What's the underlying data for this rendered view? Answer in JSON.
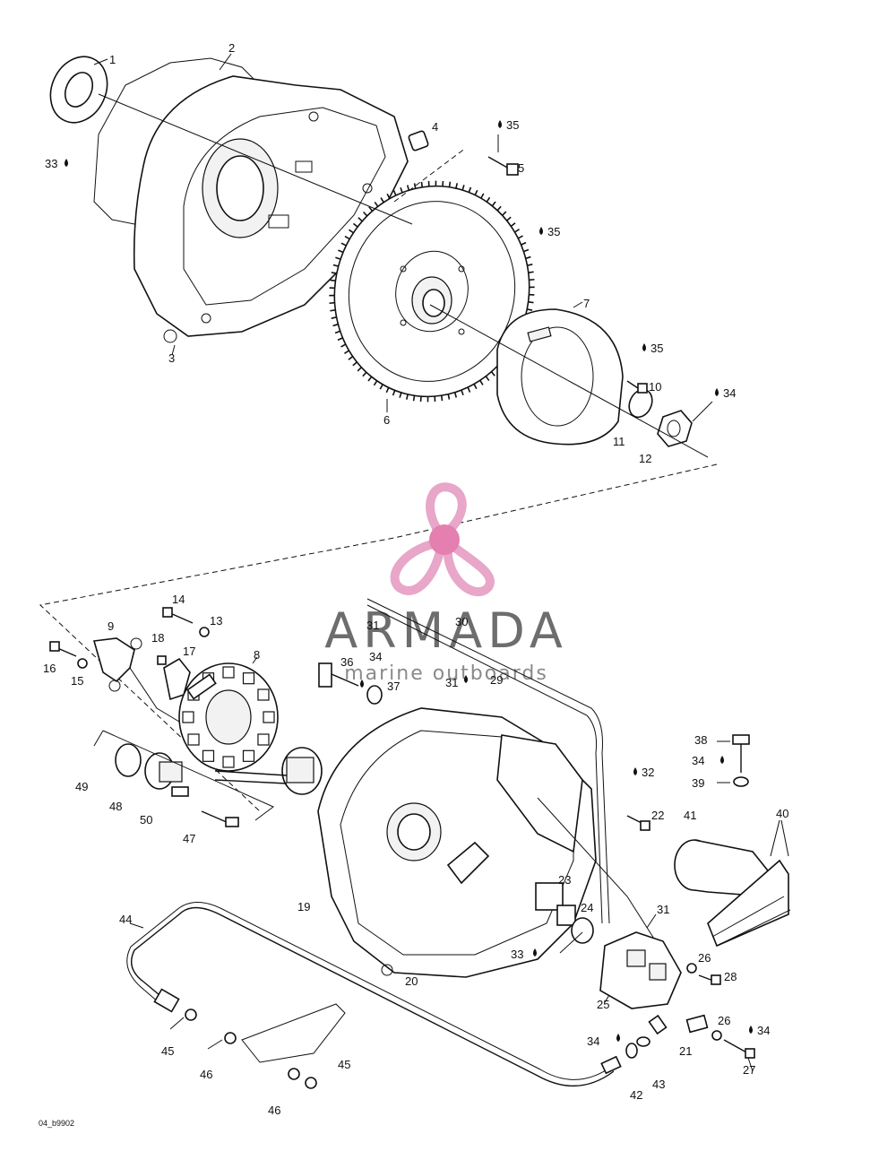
{
  "watermark": {
    "brand": "ARMADA",
    "tagline": "marine outboards",
    "propeller_color": "#e8a6c8",
    "hub_color": "#e47fb0",
    "text_color": "#6d6d6d"
  },
  "drawing_code": "04_b9902",
  "callouts": [
    {
      "id": "c1",
      "text": "1"
    },
    {
      "id": "c2",
      "text": "2"
    },
    {
      "id": "c3",
      "text": "3"
    },
    {
      "id": "c4",
      "text": "4"
    },
    {
      "id": "c5",
      "text": "5"
    },
    {
      "id": "c6",
      "text": "6"
    },
    {
      "id": "c7",
      "text": "7"
    },
    {
      "id": "c8",
      "text": "8"
    },
    {
      "id": "c9",
      "text": "9"
    },
    {
      "id": "c10",
      "text": "10"
    },
    {
      "id": "c11",
      "text": "11"
    },
    {
      "id": "c12",
      "text": "12"
    },
    {
      "id": "c13",
      "text": "13"
    },
    {
      "id": "c14",
      "text": "14"
    },
    {
      "id": "c15",
      "text": "15"
    },
    {
      "id": "c16",
      "text": "16"
    },
    {
      "id": "c17",
      "text": "17"
    },
    {
      "id": "c18",
      "text": "18"
    },
    {
      "id": "c19",
      "text": "19"
    },
    {
      "id": "c20",
      "text": "20"
    },
    {
      "id": "c21",
      "text": "21"
    },
    {
      "id": "c22",
      "text": "22"
    },
    {
      "id": "c23",
      "text": "23"
    },
    {
      "id": "c24",
      "text": "24"
    },
    {
      "id": "c25",
      "text": "25"
    },
    {
      "id": "c26a",
      "text": "26"
    },
    {
      "id": "c26b",
      "text": "26"
    },
    {
      "id": "c27",
      "text": "27"
    },
    {
      "id": "c28",
      "text": "28"
    },
    {
      "id": "c29",
      "text": "29"
    },
    {
      "id": "c30",
      "text": "30"
    },
    {
      "id": "c31a",
      "text": "31"
    },
    {
      "id": "c31b",
      "text": "31"
    },
    {
      "id": "c31c",
      "text": "31"
    },
    {
      "id": "c32",
      "text": "32"
    },
    {
      "id": "c33a",
      "text": "33"
    },
    {
      "id": "c33b",
      "text": "33"
    },
    {
      "id": "c34a",
      "text": "34"
    },
    {
      "id": "c34b",
      "text": "34"
    },
    {
      "id": "c34c",
      "text": "34"
    },
    {
      "id": "c34d",
      "text": "34"
    },
    {
      "id": "c34e",
      "text": "34"
    },
    {
      "id": "c35a",
      "text": "35"
    },
    {
      "id": "c35b",
      "text": "35"
    },
    {
      "id": "c35c",
      "text": "35"
    },
    {
      "id": "c36",
      "text": "36"
    },
    {
      "id": "c37",
      "text": "37"
    },
    {
      "id": "c38",
      "text": "38"
    },
    {
      "id": "c39",
      "text": "39"
    },
    {
      "id": "c40",
      "text": "40"
    },
    {
      "id": "c41",
      "text": "41"
    },
    {
      "id": "c42",
      "text": "42"
    },
    {
      "id": "c43",
      "text": "43"
    },
    {
      "id": "c44",
      "text": "44"
    },
    {
      "id": "c45a",
      "text": "45"
    },
    {
      "id": "c45b",
      "text": "45"
    },
    {
      "id": "c46a",
      "text": "46"
    },
    {
      "id": "c46b",
      "text": "46"
    },
    {
      "id": "c47",
      "text": "47"
    },
    {
      "id": "c48",
      "text": "48"
    },
    {
      "id": "c49",
      "text": "49"
    },
    {
      "id": "c50",
      "text": "50"
    }
  ]
}
